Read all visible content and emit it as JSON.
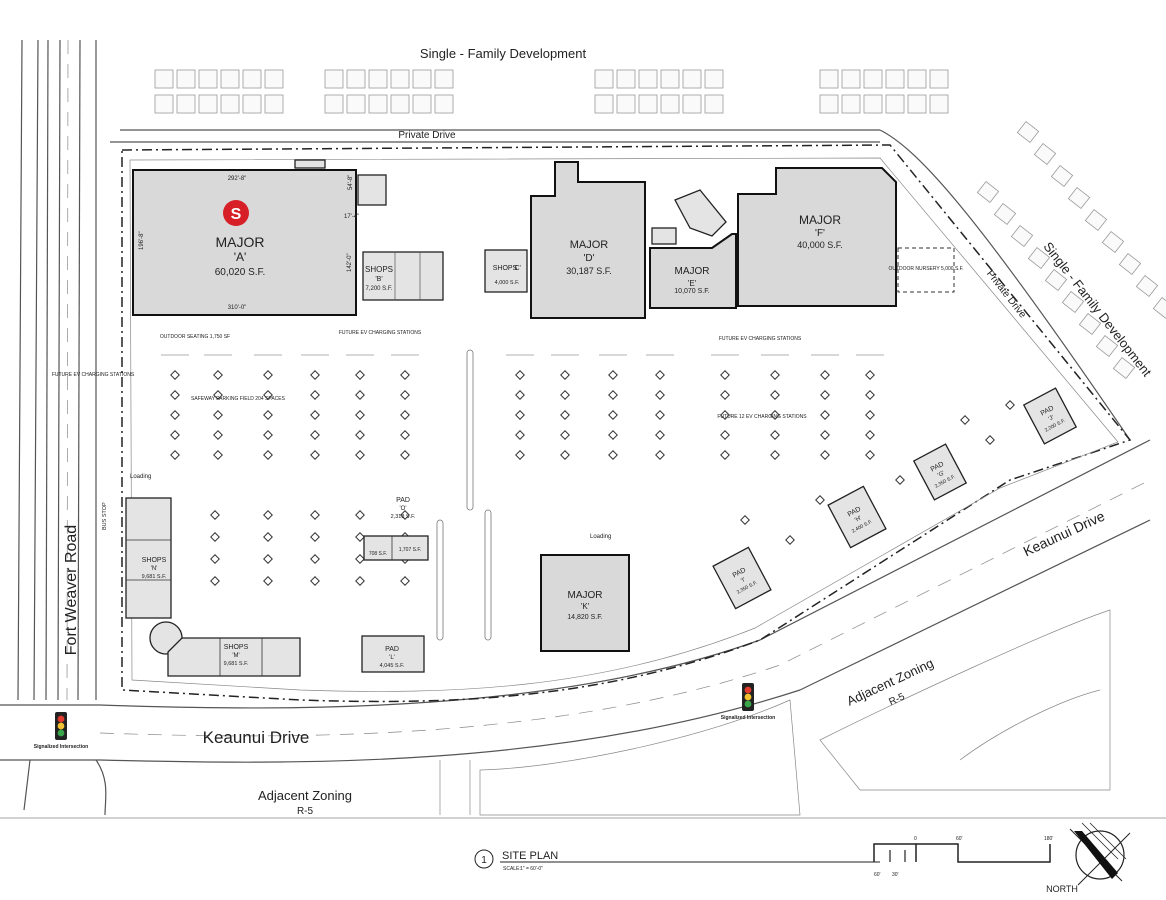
{
  "labels": {
    "sfd_top": "Single - Family Development",
    "sfd_right": "Single - Family Development",
    "private_drive_top": "Private Drive",
    "private_drive_right": "Private Drive",
    "fort_weaver": "Fort Weaver Road",
    "keaunui_left": "Keaunui Drive",
    "keaunui_right": "Keaunui Drive",
    "adj_zoning_bottom": "Adjacent Zoning",
    "adj_zoning_bottom_r5": "R-5",
    "adj_zoning_right": "Adjacent Zoning",
    "adj_zoning_right_r5": "R-5",
    "bus_stop": "BUS STOP",
    "signal_left": "Signalized Intersection",
    "signal_right": "Signalized Intersection",
    "loading_left": "Loading",
    "loading_k": "Loading",
    "future_ev_left": "FUTURE EV CHARGING STATIONS",
    "future_ev_mid": "FUTURE EV CHARGING STATIONS",
    "future_ev_right": "FUTURE EV CHARGING STATIONS",
    "future_ev_center": "FUTURE 12 EV CHARGING STATIONS",
    "outdoor_seating": "OUTDOOR SEATING 1,750 SF",
    "parking_field": "SAFEWAY PARKING FIELD 204 SPACES",
    "outdoor_nursery": "OUTDOOR NURSERY 5,000 S.F.",
    "dim_width": "292'-8\"",
    "dim_bottom": "310'-0\"",
    "dim_left": "196'-8\"",
    "dim_right": "142'-0\"",
    "dim_tr1": "54'-8\"",
    "dim_tr2": "17'-4\""
  },
  "buildings": {
    "major_a": {
      "line1": "MAJOR",
      "line2": "'A'",
      "area": "60,020 S.F."
    },
    "major_d": {
      "line1": "MAJOR",
      "line2": "'D'",
      "area": "30,187 S.F."
    },
    "major_e": {
      "line1": "MAJOR",
      "line2": "'E'",
      "area": "10,070 S.F."
    },
    "major_f": {
      "line1": "MAJOR",
      "line2": "'F'",
      "area": "40,000 S.F."
    },
    "major_k": {
      "line1": "MAJOR",
      "line2": "'K'",
      "area": "14,820 S.F."
    },
    "shops_b": {
      "line1": "SHOPS",
      "line2": "'B'",
      "area": "7,200 S.F."
    },
    "shops_c": {
      "line1": "SHOPS",
      "line2": "'C'",
      "area": "4,000 S.F."
    },
    "shops_m": {
      "line1": "SHOPS",
      "line2": "'M'",
      "area": "9,681 S.F."
    },
    "shops_n": {
      "line1": "SHOPS",
      "line2": "'N'",
      "area": "9,681 S.F."
    },
    "pad_o": {
      "line1": "PAD",
      "line2": "'O'",
      "area": "2,318 S.F.",
      "sub1": "708 S.F.",
      "sub2": "1,707 S.F."
    },
    "pad_l": {
      "line1": "PAD",
      "line2": "'L'",
      "area": "4,045 S.F."
    },
    "pad_i": {
      "line1": "PAD",
      "line2": "'I'",
      "area": "2,350 S.F."
    },
    "pad_h": {
      "line1": "PAD",
      "line2": "'H'",
      "area": "2,400 S.F."
    },
    "pad_g": {
      "line1": "PAD",
      "line2": "'G'",
      "area": "2,350 S.F."
    },
    "pad_j": {
      "line1": "PAD",
      "line2": "'J'",
      "area": "2,200 S.F."
    },
    "safeway_logo": "S"
  },
  "title_block": {
    "number": "1",
    "title": "SITE PLAN",
    "scale_label": "SCALE:",
    "scale_value": "1\" = 60'-0\"",
    "scale_ticks": [
      "60'",
      "30'",
      "0",
      "60'",
      "180'"
    ],
    "north": "NORTH"
  },
  "colors": {
    "building_fill": "#d9d9d9",
    "safeway_red": "#d61f26",
    "signal_red": "#e23b2e",
    "signal_yellow": "#f2c230",
    "signal_green": "#3aa64a"
  }
}
